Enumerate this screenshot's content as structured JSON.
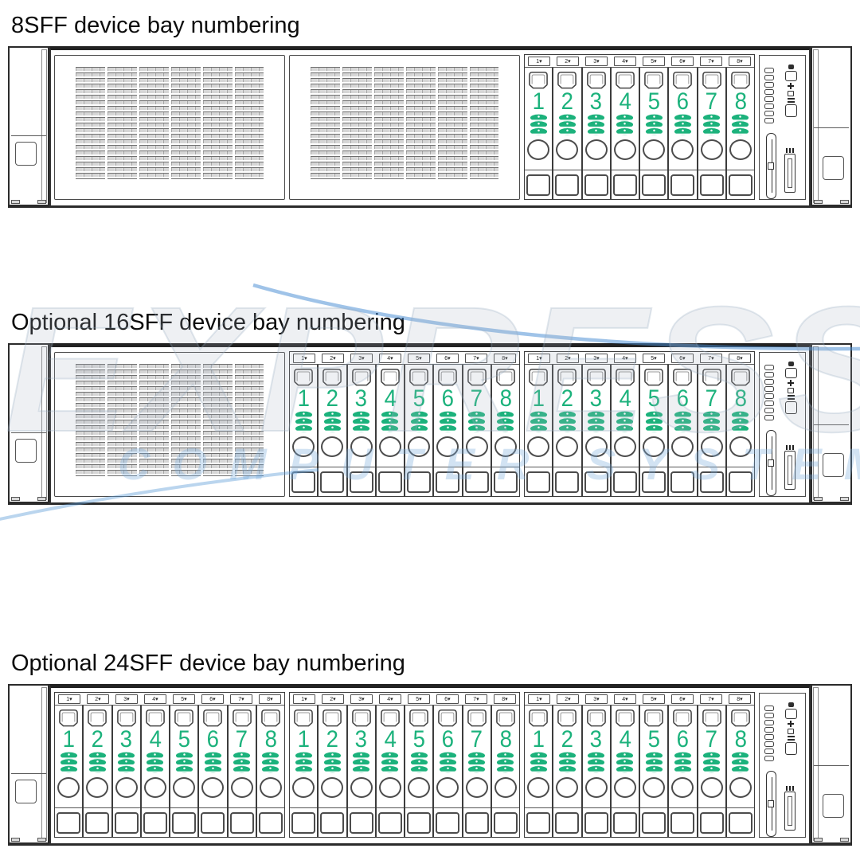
{
  "colors": {
    "drive_green": "#1cb27c",
    "outline": "#3a3a3a",
    "swoosh_blue": "#4b8fd2",
    "watermark_gray": "rgba(168,182,196,0.22)",
    "watermark_blue": "rgba(122,172,220,0.34)"
  },
  "watermark": {
    "word": "EXPRESS",
    "subword": "COMPUTER SYSTEMS"
  },
  "bays": {
    "numbers": [
      "1",
      "2",
      "3",
      "4",
      "5",
      "6",
      "7",
      "8"
    ],
    "tab_marker": "▾"
  },
  "servers": [
    {
      "title": "8SFF device bay numbering",
      "slots": [
        "vent",
        "vent",
        "cage"
      ]
    },
    {
      "title": "Optional 16SFF device bay numbering",
      "slots": [
        "vent",
        "cage",
        "cage"
      ]
    },
    {
      "title": "Optional 24SFF device bay numbering",
      "slots": [
        "cage",
        "cage",
        "cage"
      ]
    }
  ]
}
